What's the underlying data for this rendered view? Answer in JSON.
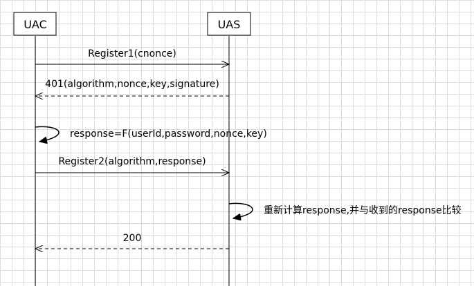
{
  "diagram": {
    "participants": [
      {
        "id": "uac",
        "label": "UAC"
      },
      {
        "id": "uas",
        "label": "UAS"
      }
    ],
    "messages": [
      {
        "id": "m1",
        "from": "uac",
        "to": "uas",
        "style": "solid",
        "label": "Register1(cnonce)"
      },
      {
        "id": "m2",
        "from": "uas",
        "to": "uac",
        "style": "dashed",
        "label": "401(algorithm,nonce,key,signature)"
      },
      {
        "id": "m3",
        "from": "uac",
        "to": "uac",
        "style": "self",
        "label": "response=F(userId,password,nonce,key)"
      },
      {
        "id": "m4",
        "from": "uac",
        "to": "uas",
        "style": "solid",
        "label": "Register2(algorithm,response)"
      },
      {
        "id": "m5",
        "from": "uas",
        "to": "uas",
        "style": "self",
        "label": "重新计算response,并与收到的response比较"
      },
      {
        "id": "m6",
        "from": "uas",
        "to": "uac",
        "style": "dashed",
        "label": "200"
      }
    ],
    "colors": {
      "line": "#000000",
      "grid": "#dcdcdc",
      "background": "#ffffff"
    }
  }
}
